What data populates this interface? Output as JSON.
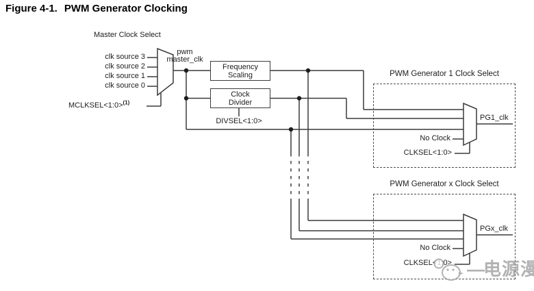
{
  "figure": {
    "number": "Figure 4-1.",
    "title": "PWM Generator Clocking"
  },
  "master_clock": {
    "heading": "Master Clock Select",
    "sources": [
      "clk source 3",
      "clk source 2",
      "clk source 1",
      "clk source 0"
    ],
    "select_label": "MCLKSEL<1:0>",
    "select_superscript": "(1)",
    "output_line1": "pwm",
    "output_line2": "master_clk"
  },
  "blocks": {
    "frequency_scaling_line1": "Frequency",
    "frequency_scaling_line2": "Scaling",
    "clock_divider_line1": "Clock",
    "clock_divider_line2": "Divider",
    "divider_select_label": "DIVSEL<1:0>"
  },
  "generator1": {
    "heading": "PWM Generator 1 Clock Select",
    "no_clock_label": "No Clock",
    "select_label": "CLKSEL<1:0>",
    "output_label": "PG1_clk"
  },
  "generatorx": {
    "heading": "PWM Generator x Clock Select",
    "no_clock_label": "No Clock",
    "select_label": "CLKSEL<1:0>",
    "output_label": "PGx_clk"
  },
  "watermark": {
    "dash": "—",
    "text": "电源漫谈"
  },
  "colors": {
    "line": "#3a3a3a",
    "text": "#1c1c1c",
    "watermark": "#9d9d9d"
  }
}
